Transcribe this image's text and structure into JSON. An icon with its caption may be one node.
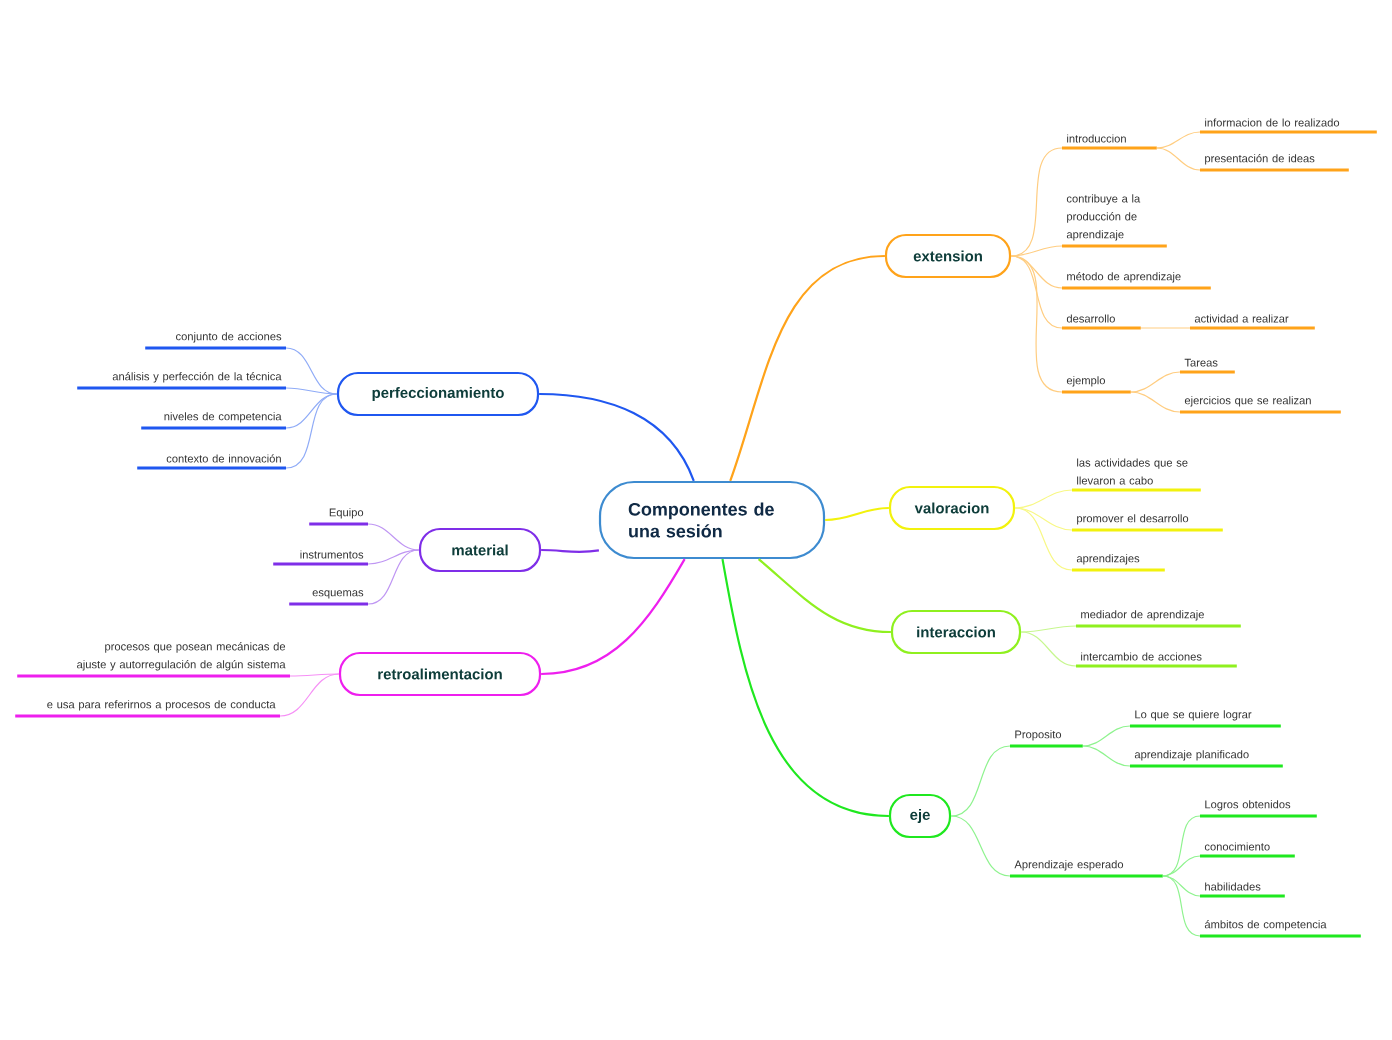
{
  "diagram": {
    "nodes": [
      {
        "text": [
          "Componentes de una sesión"
        ]
      },
      {
        "text": [
          "extension"
        ]
      },
      {
        "text": [
          "introduccion"
        ]
      },
      {
        "text": [
          "informacion de lo realizado"
        ]
      },
      {
        "text": [
          "presentación de ideas"
        ]
      },
      {
        "text": [
          "contribuye a la producción de aprendizaje"
        ]
      },
      {
        "text": [
          "método de aprendizaje"
        ]
      },
      {
        "text": [
          "desarrollo"
        ]
      },
      {
        "text": [
          "actividad a realizar"
        ]
      },
      {
        "text": [
          "ejemplo"
        ]
      },
      {
        "text": [
          "Tareas"
        ]
      },
      {
        "text": [
          "ejercicios que se realizan"
        ]
      },
      {
        "text": [
          "valoracion"
        ]
      },
      {
        "text": [
          "las actividades que se llevaron a cabo"
        ]
      },
      {
        "text": [
          "promover el desarrollo"
        ]
      },
      {
        "text": [
          "aprendizajes"
        ]
      },
      {
        "text": [
          "interaccion"
        ]
      },
      {
        "text": [
          "mediador de aprendizaje"
        ]
      },
      {
        "text": [
          "intercambio de acciones"
        ]
      },
      {
        "text": [
          "eje"
        ]
      },
      {
        "text": [
          "Proposito"
        ]
      },
      {
        "text": [
          "Lo que se quiere lograr"
        ]
      },
      {
        "text": [
          "aprendizaje planificado"
        ]
      },
      {
        "text": [
          "Aprendizaje esperado"
        ]
      },
      {
        "text": [
          "Logros obtenidos"
        ]
      },
      {
        "text": [
          "conocimiento"
        ]
      },
      {
        "text": [
          "habilidades"
        ]
      },
      {
        "text": [
          "ámbitos de competencia"
        ]
      },
      {
        "text": [
          "perfeccionamiento"
        ]
      },
      {
        "text": [
          "conjunto de acciones"
        ]
      },
      {
        "text": [
          "análisis y perfección de la técnica"
        ]
      },
      {
        "text": [
          "niveles de competencia"
        ]
      },
      {
        "text": [
          "contexto de innovación"
        ]
      },
      {
        "text": [
          "material"
        ]
      },
      {
        "text": [
          "Equipo"
        ]
      },
      {
        "text": [
          "instrumentos"
        ]
      },
      {
        "text": [
          "esquemas"
        ]
      },
      {
        "text": [
          "retroalimentacion"
        ]
      },
      {
        "text": [
          "procesos que posean mecánicas de ajuste y autorregulación de algún sistema"
        ]
      },
      {
        "text": [
          "e usa para referirnos a procesos de conducta"
        ]
      }
    ],
    "edges": [
      {
        "from": 0,
        "to": 1,
        "arrow": "none",
        "color": "#ffa31a"
      },
      {
        "from": 1,
        "to": 2,
        "arrow": "none",
        "color": "#ffcd81"
      },
      {
        "from": 2,
        "to": 3,
        "arrow": "none",
        "color": "#ffcd81"
      },
      {
        "from": 2,
        "to": 4,
        "arrow": "none",
        "color": "#ffcd81"
      },
      {
        "from": 1,
        "to": 5,
        "arrow": "none",
        "color": "#ffcd81"
      },
      {
        "from": 1,
        "to": 6,
        "arrow": "none",
        "color": "#ffcd81"
      },
      {
        "from": 1,
        "to": 7,
        "arrow": "none",
        "color": "#ffcd81"
      },
      {
        "from": 7,
        "to": 8,
        "arrow": "none",
        "color": "#ffcd81"
      },
      {
        "from": 1,
        "to": 9,
        "arrow": "none",
        "color": "#ffcd81"
      },
      {
        "from": 9,
        "to": 10,
        "arrow": "none",
        "color": "#ffcd81"
      },
      {
        "from": 9,
        "to": 11,
        "arrow": "none",
        "color": "#ffcd81"
      },
      {
        "from": 0,
        "to": 12,
        "arrow": "none",
        "color": "#f2f20d"
      },
      {
        "from": 12,
        "to": 13,
        "arrow": "none",
        "color": "#f8f886"
      },
      {
        "from": 12,
        "to": 14,
        "arrow": "none",
        "color": "#f8f886"
      },
      {
        "from": 12,
        "to": 15,
        "arrow": "none",
        "color": "#f8f886"
      },
      {
        "from": 0,
        "to": 16,
        "arrow": "none",
        "color": "#8ff01f"
      },
      {
        "from": 16,
        "to": 17,
        "arrow": "none",
        "color": "#c7f78f"
      },
      {
        "from": 16,
        "to": 18,
        "arrow": "none",
        "color": "#c7f78f"
      },
      {
        "from": 0,
        "to": 19,
        "arrow": "none",
        "color": "#1fe81f"
      },
      {
        "from": 19,
        "to": 20,
        "arrow": "none",
        "color": "#8ff38f"
      },
      {
        "from": 20,
        "to": 21,
        "arrow": "none",
        "color": "#8ff38f"
      },
      {
        "from": 20,
        "to": 22,
        "arrow": "none",
        "color": "#8ff38f"
      },
      {
        "from": 19,
        "to": 23,
        "arrow": "none",
        "color": "#8ff38f"
      },
      {
        "from": 23,
        "to": 24,
        "arrow": "none",
        "color": "#8ff38f"
      },
      {
        "from": 23,
        "to": 25,
        "arrow": "none",
        "color": "#8ff38f"
      },
      {
        "from": 23,
        "to": 26,
        "arrow": "none",
        "color": "#8ff38f"
      },
      {
        "from": 23,
        "to": 27,
        "arrow": "none",
        "color": "#8ff38f"
      },
      {
        "from": 0,
        "to": 28,
        "arrow": "none",
        "color": "#1f57f0"
      },
      {
        "from": 28,
        "to": 29,
        "arrow": "none",
        "color": "#8fabf7"
      },
      {
        "from": 28,
        "to": 30,
        "arrow": "none",
        "color": "#8fabf7"
      },
      {
        "from": 28,
        "to": 31,
        "arrow": "none",
        "color": "#8fabf7"
      },
      {
        "from": 28,
        "to": 32,
        "arrow": "none",
        "color": "#8fabf7"
      },
      {
        "from": 0,
        "to": 33,
        "arrow": "none",
        "color": "#7f2ee8"
      },
      {
        "from": 33,
        "to": 34,
        "arrow": "none",
        "color": "#bf96f3"
      },
      {
        "from": 33,
        "to": 35,
        "arrow": "none",
        "color": "#bf96f3"
      },
      {
        "from": 33,
        "to": 36,
        "arrow": "none",
        "color": "#bf96f3"
      },
      {
        "from": 0,
        "to": 37,
        "arrow": "none",
        "color": "#ee1fee"
      },
      {
        "from": 37,
        "to": 38,
        "arrow": "none",
        "color": "#f68ff6"
      },
      {
        "from": 37,
        "to": 39,
        "arrow": "none",
        "color": "#f68ff6"
      }
    ]
  }
}
